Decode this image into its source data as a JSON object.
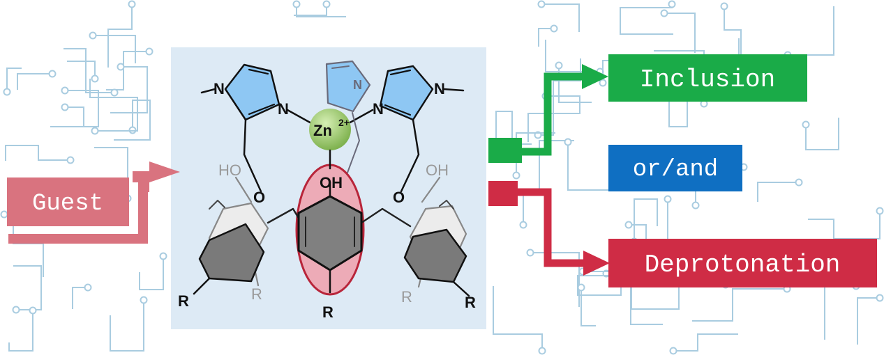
{
  "diagram": {
    "guest_label": "Guest",
    "outcomes": [
      {
        "label": "Inclusion",
        "color": "#1aab48"
      },
      {
        "label": "or/and",
        "color": "#0f6fc2"
      },
      {
        "label": "Deprotonation",
        "color": "#cf2c45"
      }
    ],
    "guest_color": "#d9737f",
    "circuit_color": "#a9cce0",
    "panel_color": "#ddeaf5"
  },
  "molecule": {
    "metal": "Zn",
    "metal_charge": "2+",
    "hydroxyl_labels": [
      "HO",
      "OH",
      "OH"
    ],
    "ether_oxygen_labels": [
      "O",
      "O"
    ],
    "imidazole_nitrogen_labels": [
      "N",
      "N",
      "N",
      "N",
      "N"
    ],
    "substituent_labels": [
      "R",
      "R",
      "R",
      "R",
      "R"
    ],
    "colors": {
      "imidazole_fill": "#8ec7f3",
      "zinc_fill": "#97c968",
      "highlight_fill": "#f0a0ac",
      "ring_fill": "#808080"
    }
  }
}
